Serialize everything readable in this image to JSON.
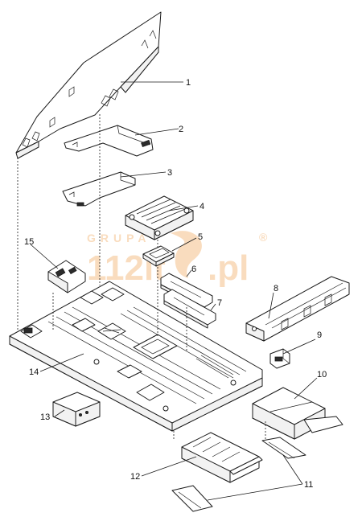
{
  "callouts": [
    {
      "id": "1",
      "label": "1"
    },
    {
      "id": "2",
      "label": "2"
    },
    {
      "id": "3",
      "label": "3"
    },
    {
      "id": "4",
      "label": "4"
    },
    {
      "id": "5",
      "label": "5"
    },
    {
      "id": "6",
      "label": "6"
    },
    {
      "id": "7",
      "label": "7"
    },
    {
      "id": "8",
      "label": "8"
    },
    {
      "id": "9",
      "label": "9"
    },
    {
      "id": "10",
      "label": "10"
    },
    {
      "id": "11",
      "label": "11"
    },
    {
      "id": "12",
      "label": "12"
    },
    {
      "id": "13",
      "label": "13"
    },
    {
      "id": "14",
      "label": "14"
    },
    {
      "id": "15",
      "label": "15"
    }
  ],
  "watermark": {
    "top_text": "GRUPA",
    "brand_left": "112it",
    "brand_right": ".pl",
    "registered_mark": "®",
    "color": "#f5c08a"
  }
}
